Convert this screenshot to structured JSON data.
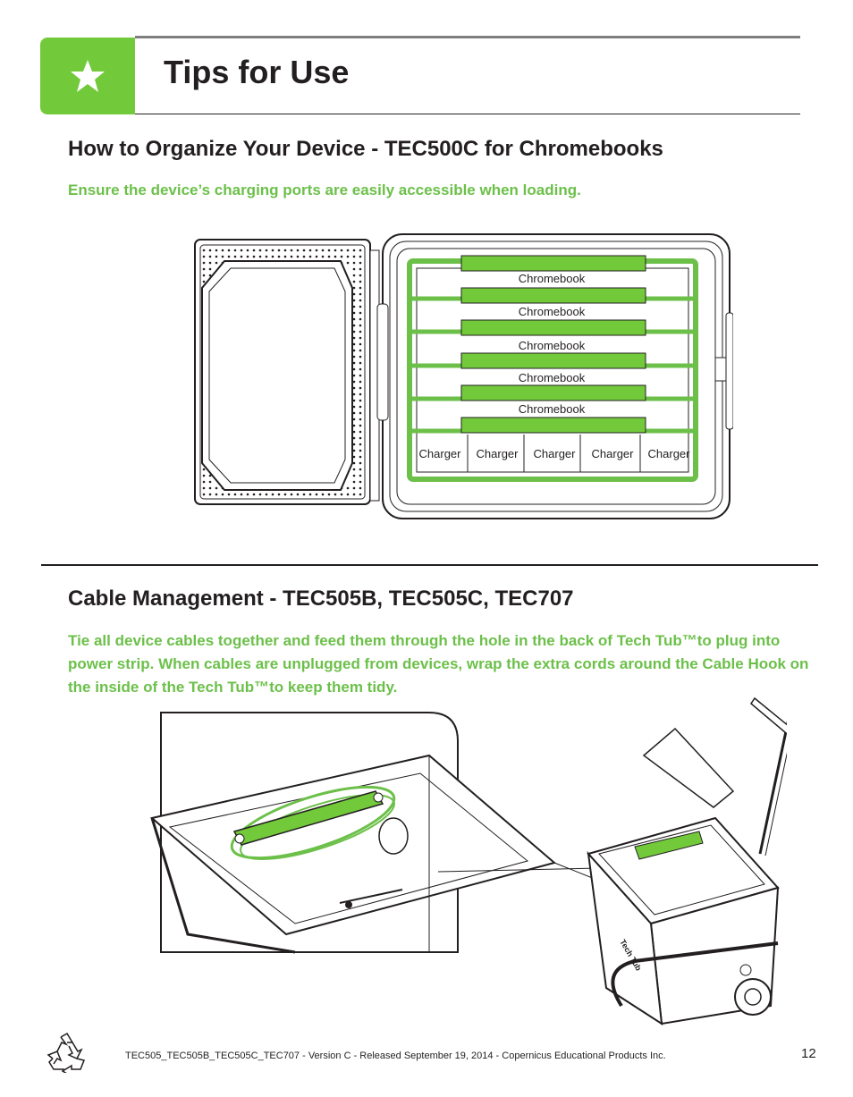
{
  "header": {
    "title": "Tips for Use",
    "accent_color": "#72c93a",
    "icon": "star-icon"
  },
  "section1": {
    "heading": "How to Organize Your Device - TEC500C for Chromebooks",
    "note": "Ensure the device’s charging ports are easily accessible when loading.",
    "diagram": {
      "device_labels": [
        "Chromebook",
        "Chromebook",
        "Chromebook",
        "Chromebook",
        "Chromebook"
      ],
      "charger_labels": [
        "Charger",
        "Charger",
        "Charger",
        "Charger",
        "Charger"
      ]
    }
  },
  "section2": {
    "heading": "Cable Management - TEC505B, TEC505C, TEC707",
    "note": "Tie all device cables together and feed them through the hole in the back of Tech Tub™to plug into power strip. When cables are unplugged from devices, wrap the extra cords around the Cable Hook on the inside of the Tech Tub™to keep them tidy.",
    "cart_brand": "Tech Tub"
  },
  "footer": {
    "text": "TEC505_TEC505B_TEC505C_TEC707 - Version C - Released September 19, 2014 - Copernicus Educational Products Inc.",
    "page_number": "12",
    "icon": "recycle-icon"
  }
}
